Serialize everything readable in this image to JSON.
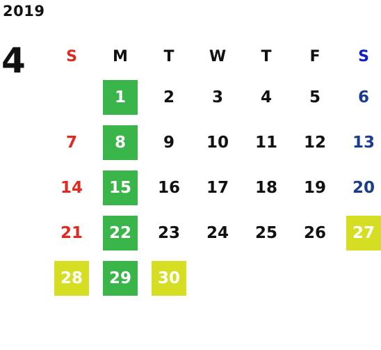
{
  "calendar": {
    "year": "2019",
    "month": "4",
    "weekdays": [
      "S",
      "M",
      "T",
      "W",
      "T",
      "F",
      "S"
    ],
    "colors": {
      "sunday": "#e02a20",
      "saturday_header": "#1020c8",
      "saturday": "#1a3c8f",
      "holiday_green": "#3ab54a",
      "holiday_yellow": "#d6de23"
    },
    "weeks": [
      [
        "",
        "1",
        "2",
        "3",
        "4",
        "5",
        "6"
      ],
      [
        "7",
        "8",
        "9",
        "10",
        "11",
        "12",
        "13"
      ],
      [
        "14",
        "15",
        "16",
        "17",
        "18",
        "19",
        "20"
      ],
      [
        "21",
        "22",
        "23",
        "24",
        "25",
        "26",
        "27"
      ],
      [
        "28",
        "29",
        "30",
        "",
        "",
        "",
        ""
      ]
    ]
  }
}
